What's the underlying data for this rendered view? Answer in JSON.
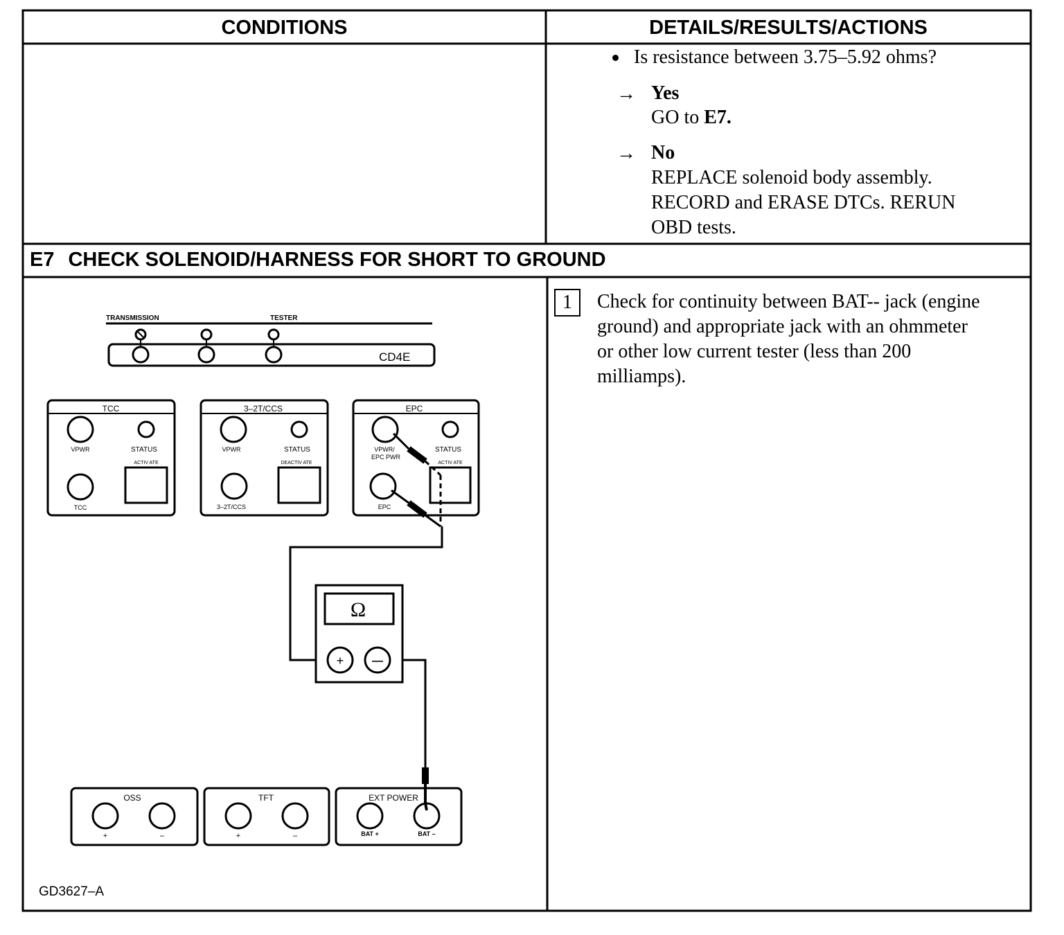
{
  "table": {
    "col_conditions": "CONDITIONS",
    "col_details": "DETAILS/RESULTS/ACTIONS"
  },
  "prev_step": {
    "question": "Is resistance between 3.75–5.92 ohms?",
    "yes_label": "Yes",
    "yes_action_prefix": "GO to ",
    "yes_action_target": "E7.",
    "no_label": "No",
    "no_action_lines": [
      "REPLACE solenoid body assembly.",
      "RECORD and ERASE DTCs. RERUN",
      "OBD tests."
    ]
  },
  "step": {
    "id": "E7",
    "title": "CHECK SOLENOID/HARNESS FOR SHORT TO GROUND",
    "action_number": "1",
    "action_lines": [
      "Check for continuity between BAT-- jack (engine",
      "ground) and appropriate jack with an ohmmeter",
      "or other low current tester (less than 200",
      "milliamps)."
    ]
  },
  "diagram": {
    "figure_id": "GD3627–A",
    "tester_bar": {
      "left_label": "TRANSMISSION",
      "right_label": "TESTER",
      "model": "CD4E"
    },
    "modules": {
      "tcc": {
        "title": "TCC",
        "jack1": "VPWR",
        "status": "STATUS",
        "switch": "ACTIV ATE",
        "jack2": "TCC"
      },
      "ccs": {
        "title": "3–2T/CCS",
        "jack1": "VPWR",
        "status": "STATUS",
        "switch": "DEACTIV ATE",
        "jack2": "3–2T/CCS"
      },
      "epc": {
        "title": "EPC",
        "jack1_line1": "VPWR/",
        "jack1_line2": "EPC PWR",
        "status": "STATUS",
        "switch": "ACTIV ATE",
        "jack2": "EPC"
      },
      "oss": {
        "title": "OSS",
        "plus": "+",
        "minus": "–"
      },
      "tft": {
        "title": "TFT",
        "plus": "+",
        "minus": "–"
      },
      "ext": {
        "title": "EXT POWER",
        "bat_plus": "BAT +",
        "bat_minus": "BAT –"
      }
    },
    "meter": {
      "symbol": "Ω",
      "plus": "+",
      "minus": "—"
    }
  }
}
